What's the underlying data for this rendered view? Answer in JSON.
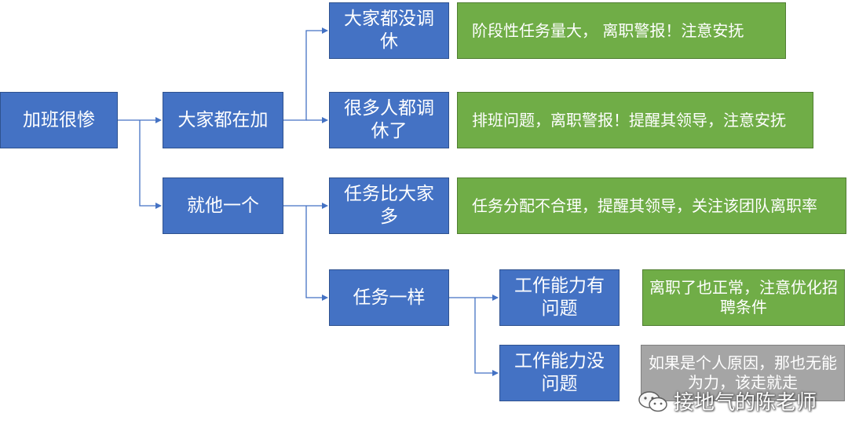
{
  "root": "加班很惨",
  "level1": {
    "all_overtime": "大家都在加",
    "only_him": "就他一个"
  },
  "level2": {
    "no_leave": "大家都没调休",
    "many_leave": "很多人都调休了",
    "more_tasks": "任务比大家多",
    "same_tasks": "任务一样"
  },
  "level3": {
    "ability_problem": "工作能力有问题",
    "ability_ok": "工作能力没问题"
  },
  "results": {
    "no_leave": "阶段性任务量大， 离职警报！注意安抚",
    "many_leave": "排班问题，离职警报！提醒其领导，注意安抚",
    "more_tasks": "任务分配不合理，提醒其领导，关注该团队离职率",
    "ability_problem": "离职了也正常，注意优化招聘条件",
    "ability_ok": "如果是个人原因，那也无能为力，该走就走"
  },
  "watermark": "接地气的陈老师",
  "colors": {
    "node_blue": "#4472c4",
    "result_green": "#70ad47",
    "result_gray": "#a5a5a5",
    "connector": "#4472c4"
  }
}
